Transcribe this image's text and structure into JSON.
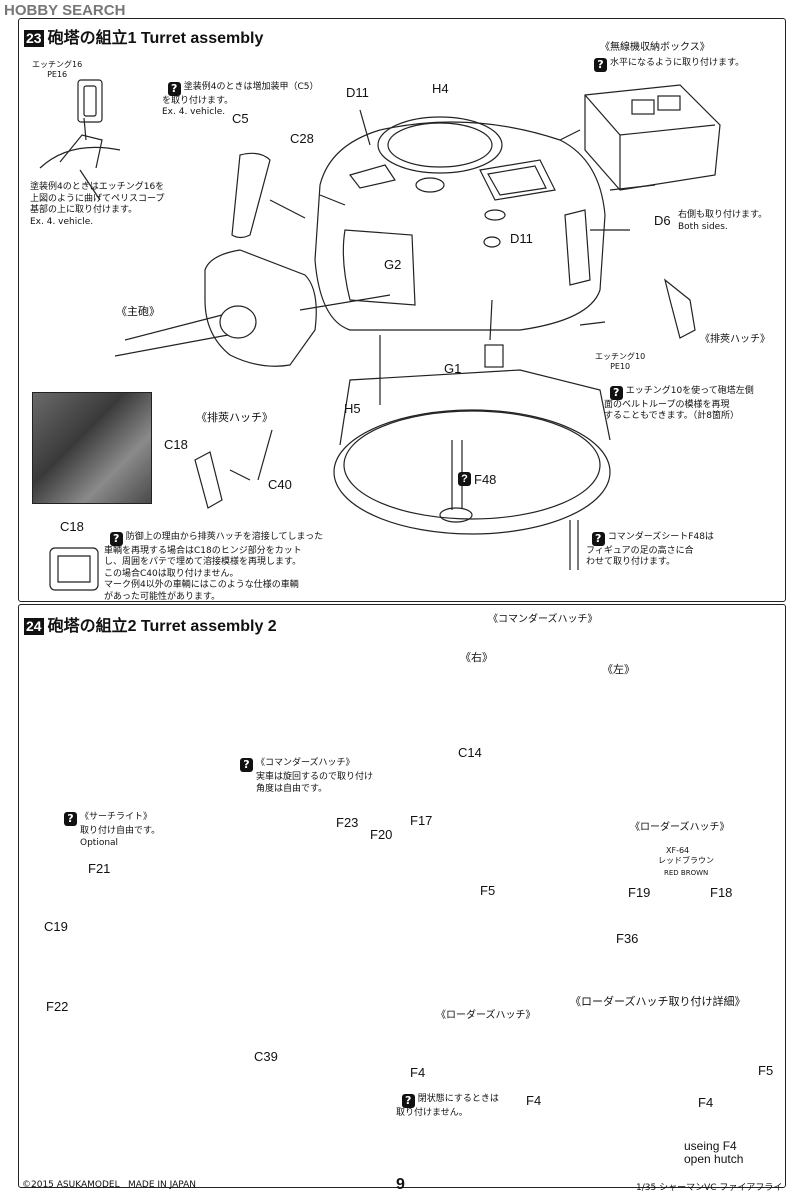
{
  "watermark": "HOBBY SEARCH",
  "step23": {
    "number": "23",
    "title": "砲塔の組立1 Turret assembly",
    "labels": {
      "pe16": "エッチング16\nPE16",
      "c5note": "塗装例4のときは増加装甲（C5）\nを取り付けます。\nEx. 4. vehicle.",
      "d11a": "D11",
      "h4": "H4",
      "radiobox": "《無線機収納ボックス》",
      "radiobox_note": "水平になるように取り付けます。",
      "c5": "C5",
      "c28": "C28",
      "periscope_note": "塗装例4のときはエッチング16を\n上図のように曲げてペリスコープ\n基部の上に取り付けます。\nEx. 4. vehicle.",
      "d6": "D6",
      "d6_note": "右側も取り付けます。\nBoth sides.",
      "d11b": "D11",
      "g2": "G2",
      "main_gun": "《主砲》",
      "ejector_hatch_r": "《排莢ハッチ》",
      "pe10": "エッチング10\nPE10",
      "pe10_note": "エッチング10を使って砲塔左側\n面のベルトループの模様を再現\nすることもできます。（計8箇所）",
      "g1": "G1",
      "h5": "H5",
      "ejector_hatch_l": "《排莢ハッチ》",
      "c18a": "C18",
      "c40": "C40",
      "f48": "F48",
      "commander_seat_note": "コマンダーズシートF48は\nフィギュアの足の高さに合\nわせて取り付けます。",
      "c18b": "C18",
      "c18_note": "防御上の理由から排莢ハッチを溶接してしまった\n車輌を再現する場合はC18のヒンジ部分をカット\nし、周囲をパテで埋めて溶接模様を再現します。\nこの場合C40は取り付けません。\nマーク例4以外の車輌にはこのような仕様の車輌\nがあった可能性があります。"
    }
  },
  "step24": {
    "number": "24",
    "title": "砲塔の組立2 Turret assembly 2",
    "labels": {
      "cmd_hatch_box": "《コマンダーズハッチ》",
      "right": "《右》",
      "left": "《左》",
      "c14": "C14",
      "cmd_hatch": "《コマンダーズハッチ》",
      "cmd_hatch_note": "実車は旋回するので取り付け\n角度は自由です。",
      "searchlight": "《サーチライト》",
      "searchlight_note": "取り付け自由です。\nOptional",
      "f23": "F23",
      "f20": "F20",
      "f17": "F17",
      "f5": "F5",
      "loader_hatch_box": "《ローダーズハッチ》",
      "paint_code": "XF-64",
      "paint_name_jp": "レッドブラウン",
      "paint_name_en": "RED BROWN",
      "f21": "F21",
      "f19": "F19",
      "f18": "F18",
      "c19": "C19",
      "f36": "F36",
      "f22": "F22",
      "loader_hatch": "《ローダーズハッチ》",
      "loader_detail": "《ローダーズハッチ取り付け詳細》",
      "c39": "C39",
      "f4a": "F4",
      "f4_note": "閉状態にするときは\n取り付けません。",
      "f5b": "F5",
      "f4b": "F4",
      "f4c": "F4",
      "open_hutch": "useing F4\nopen hutch"
    }
  },
  "footer": {
    "copyright": "©2015 ASUKAMODEL",
    "made_in": "MADE IN JAPAN",
    "page": "9",
    "product": "1/35 シャーマンVC ファイアフライ"
  }
}
